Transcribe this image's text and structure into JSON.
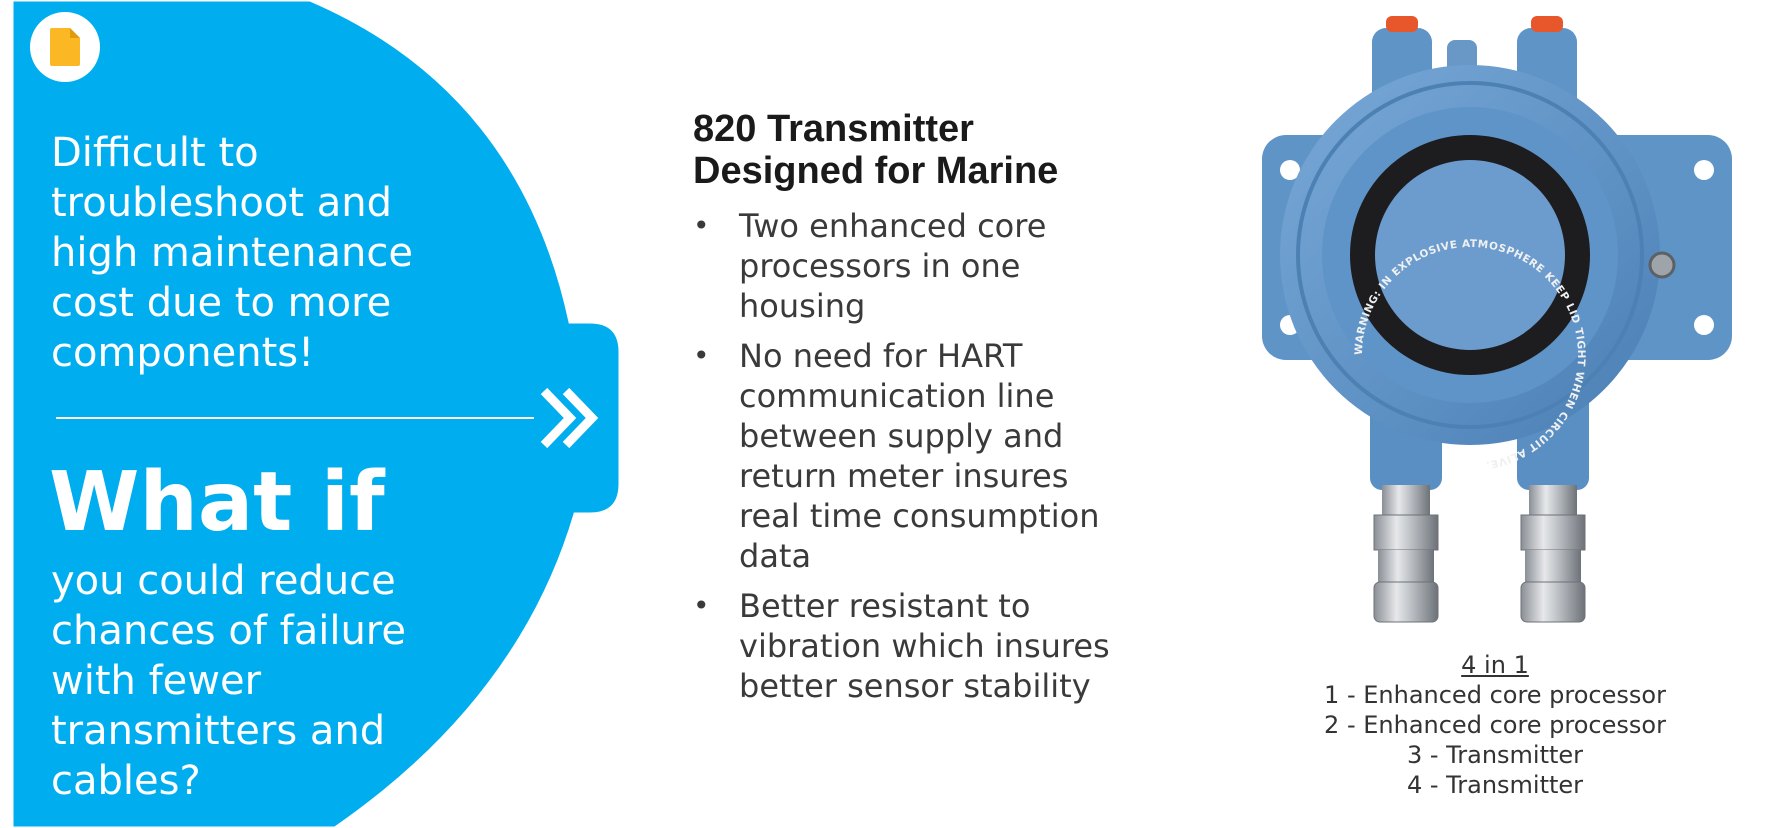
{
  "colors": {
    "accent_blue": "#00adef",
    "icon_yellow": "#fbb724",
    "device_blue": "#5a90c4",
    "text_dark": "#1a1a1a",
    "text_body": "#3a3a3a"
  },
  "left_panel": {
    "icon": "document-icon",
    "intro": "Difficult to troubleshoot and high maintenance cost due to more components!",
    "arrow_icon": "double-chevron-right-icon",
    "heading": "What if",
    "question": "you could reduce chances of failure with fewer transmitters and cables?"
  },
  "product": {
    "title_line1": "820 Transmitter",
    "title_line2": "Designed for Marine",
    "bullets": [
      "Two enhanced core processors in one housing",
      "No need for HART communication line between supply and return meter insures real time consumption data",
      "Better resistant to vibration which insures better sensor stability"
    ]
  },
  "image_text": {
    "ring_text": "WARNING: IN EXPLOSIVE ATMOSPHERE KEEP LID TIGHT WHEN CIRCUIT ALIVE."
  },
  "caption": {
    "heading": "4 in 1",
    "items": [
      "1 - Enhanced core processor",
      "2 - Enhanced core processor",
      "3 - Transmitter",
      "4 - Transmitter"
    ]
  }
}
